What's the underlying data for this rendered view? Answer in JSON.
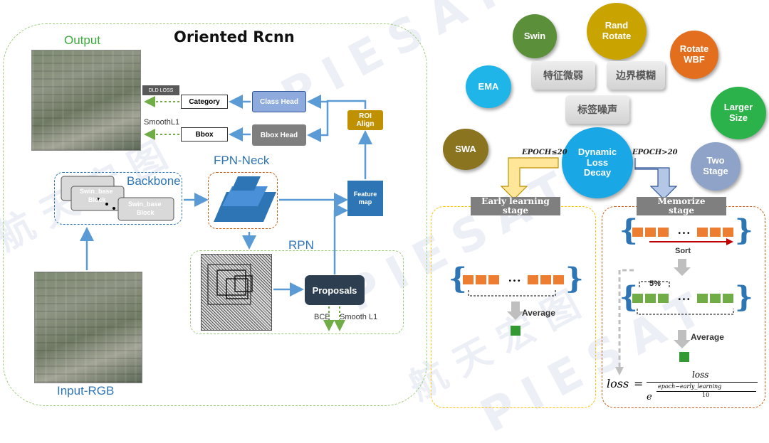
{
  "left": {
    "title": "Oriented Rcnn",
    "output_label": "Output",
    "input_label": "Input-RGB",
    "dld_loss": "DLD LOSS",
    "smooth_l1_top": "SmoothL1",
    "category": "Category",
    "bbox": "Bbox",
    "class_head": "Class Head",
    "bbox_head": "Bbox Head",
    "roi_align": "ROI\nAlign",
    "fpn_neck": "FPN-Neck",
    "backbone": "Backbone",
    "swin_block_1": "Swin_base",
    "swin_block_1b": "Block",
    "swin_block_2": "Swin_base",
    "swin_block_2b": "Block",
    "feature_map": "Feature\nmap",
    "rpn": "RPN",
    "proposals": "Proposals",
    "bce": "BCE",
    "smooth_l1_rpn": "Smooth L1"
  },
  "right": {
    "balls": {
      "swin": "Swin",
      "rand_rotate": "Rand\nRotate",
      "rotate_wbf": "Rotate\nWBF",
      "ema": "EMA",
      "larger_size": "Larger\nSize",
      "swa": "SWA",
      "two_stage": "Two\nStage",
      "dynamic_loss_decay": "Dynamic\nLoss\nDecay"
    },
    "tags": {
      "feature_weak": "特征微弱",
      "boundary_blur": "边界模糊",
      "label_noise": "标签噪声"
    },
    "epoch_le": "EPOCH≤20",
    "epoch_gt": "EPOCH>20",
    "early_stage": "Early learning\nstage",
    "memorize_stage": "Memorize\nstage",
    "average_left": "Average",
    "sort": "Sort",
    "five_percent": "5%",
    "average_right": "Average",
    "formula_lhs": "loss",
    "formula_num": "loss",
    "formula_base": "e",
    "formula_exp_num": "epoch−early_learning",
    "formula_exp_den": "10",
    "dots": "• • •"
  },
  "colors": {
    "swin": "#5b8f3a",
    "rand_rotate": "#c9a400",
    "rotate_wbf": "#e36f1e",
    "ema": "#1fb5e8",
    "larger_size": "#2cb24a",
    "swa": "#8a7420",
    "two_stage": "#8fa3c8",
    "dynamic": "#1aa7e6",
    "accent_blue": "#5b9bd5",
    "orange_square": "#ed7d31",
    "green_square": "#70ad47"
  },
  "watermark": {
    "text": "PIESAT",
    "cn": "航天宏图"
  }
}
